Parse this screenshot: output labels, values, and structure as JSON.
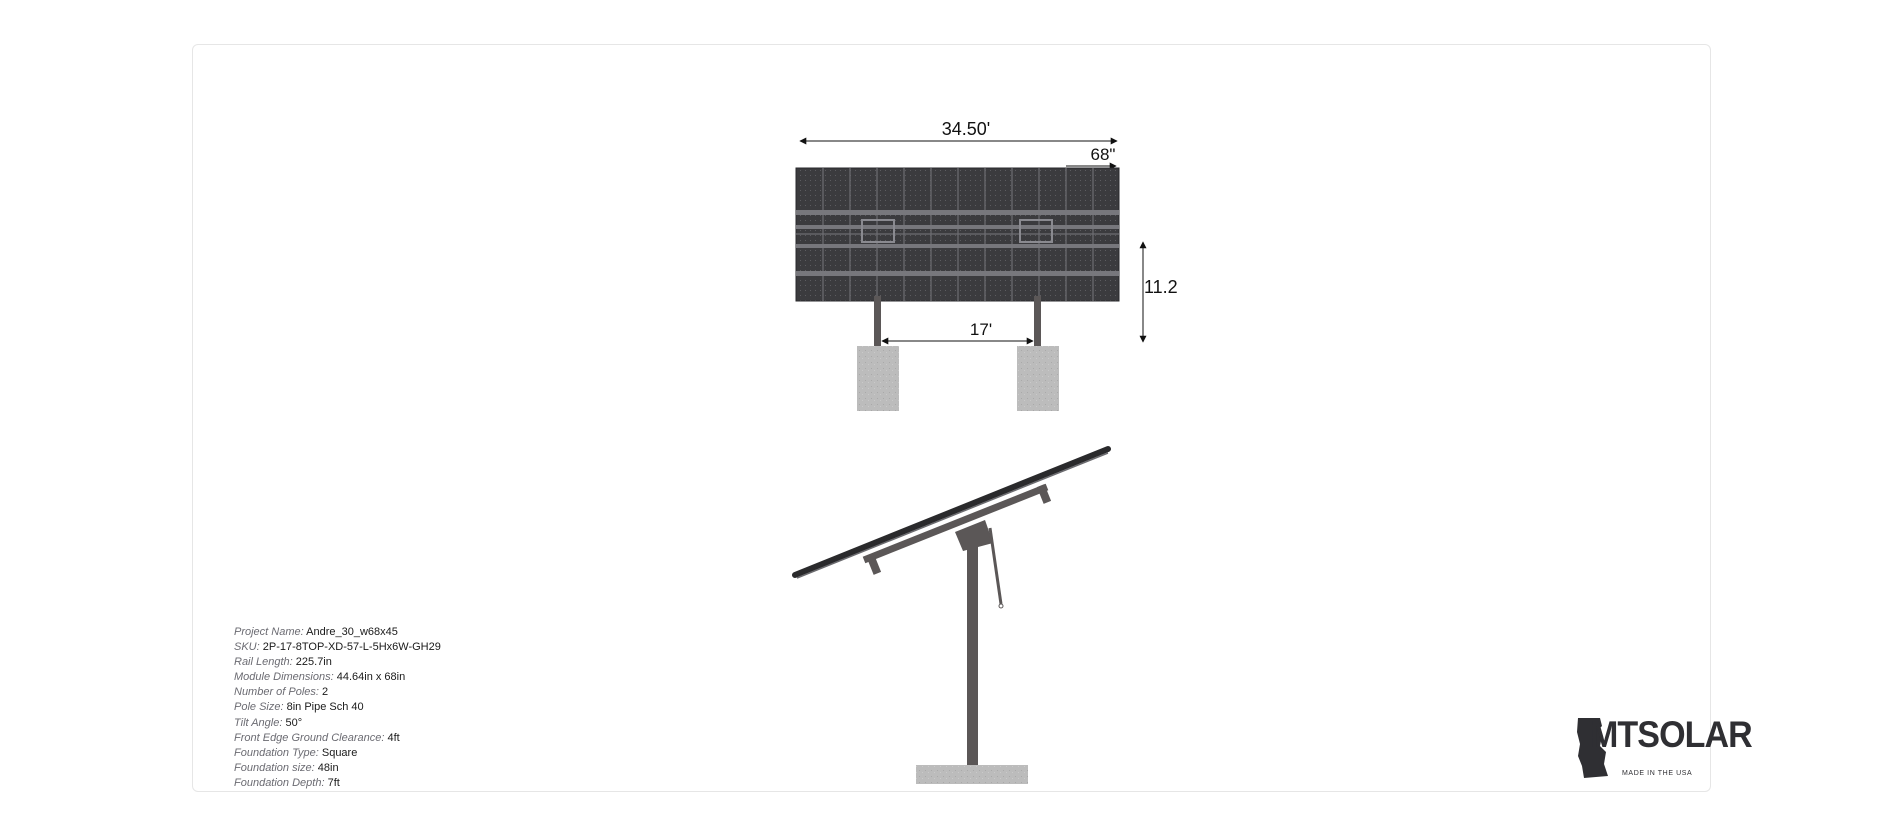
{
  "dimensions": {
    "overall_width": "34.50'",
    "module_width": "68\"",
    "height": "11.2",
    "pole_spacing": "17'"
  },
  "specs": [
    {
      "label": "Project Name:",
      "value": "Andre_30_w68x45"
    },
    {
      "label": "SKU:",
      "value": "2P-17-8TOP-XD-57-L-5Hx6W-GH29"
    },
    {
      "label": "Rail Length:",
      "value": "225.7in"
    },
    {
      "label": "Module Dimensions:",
      "value": "44.64in x 68in"
    },
    {
      "label": "Number of Poles:",
      "value": "2"
    },
    {
      "label": "Pole Size:",
      "value": "8in Pipe Sch 40"
    },
    {
      "label": "Tilt Angle:",
      "value": "50°"
    },
    {
      "label": "Front Edge Ground Clearance:",
      "value": "4ft"
    },
    {
      "label": "Foundation Type:",
      "value": "Square"
    },
    {
      "label": "Foundation size:",
      "value": "48in"
    },
    {
      "label": "Foundation Depth:",
      "value": "7ft"
    }
  ],
  "logo": {
    "name": "MTSOLAR",
    "tagline": "MADE IN THE USA"
  },
  "colors": {
    "panel": "#3a3a3d",
    "steel": "#5b5757",
    "concrete": "#b9b9b9",
    "line": "#111111"
  }
}
